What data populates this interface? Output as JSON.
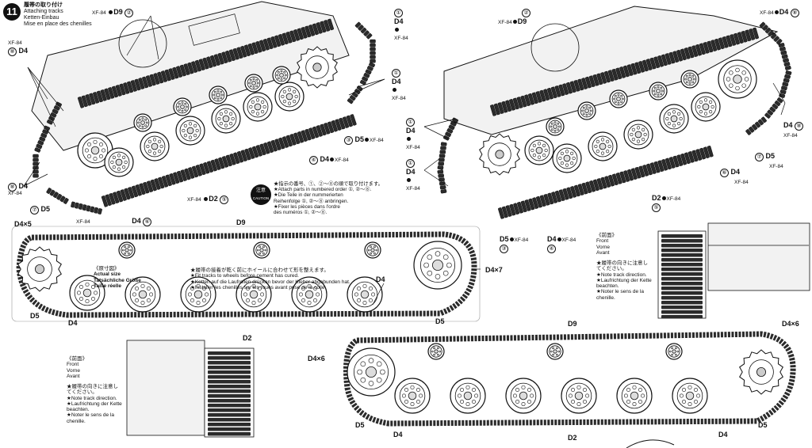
{
  "step": {
    "number": "11",
    "title_ja": "履帯の取り付け",
    "title_en": "Attaching tracks",
    "title_de": "Ketten-Einbau",
    "title_fr": "Mise en place des chenilles"
  },
  "caution": {
    "badge_ja": "注意",
    "badge_en": "CAUTION",
    "lines": [
      "★指示の番号、①、②〜⑧の順で取り付けます。",
      "★Attach parts in numbered order ①, ②〜⑧.",
      "★Die Teile in der nummerierten",
      "Reihenfolge ①, ②〜⑧ anbringen.",
      "★Fixer les pièces dans l'ordre",
      "des numéros ①, ②〜⑧."
    ]
  },
  "actual_size": {
    "ja": "《原寸図》",
    "en": "Actual size",
    "de": "Tatsächliche Größe",
    "fr": "Taille réelle",
    "lines": [
      "★履帯の接着が乾く前にホイールに合わせて形を整えます。",
      "★Fit tracks to wheels before cement has cured.",
      "★Ketten auf die Laufrollen drücken bevor der Kleber abgebunden hat.",
      "★Installer les chenilles sur les roues avant prise de la colle."
    ]
  },
  "front_note": {
    "ja": "《前面》",
    "en": "Front",
    "de": "Vorne",
    "fr": "Avant",
    "lines": [
      "★履帯の向きに注意し",
      "てください。",
      "★Note track direction.",
      "★Laufrichtung der Kette",
      "beachten.",
      "★Noter le sens de la",
      "chenille."
    ]
  },
  "paint": "XF-84",
  "labels": {
    "d9": "D9",
    "d4": "D4",
    "d5": "D5",
    "d2": "D2",
    "d4x5": "D4×5",
    "d4x7": "D4×7",
    "d4x6": "D4×6",
    "n1": "①",
    "n2": "②",
    "n3": "③",
    "n4": "④",
    "n5": "⑤",
    "n6": "⑥",
    "n7": "⑦",
    "n8": "⑧"
  },
  "colors": {
    "ink": "#111111",
    "track": "#2b2b2b",
    "hull": "#f2f2f2",
    "paper": "#ffffff"
  }
}
